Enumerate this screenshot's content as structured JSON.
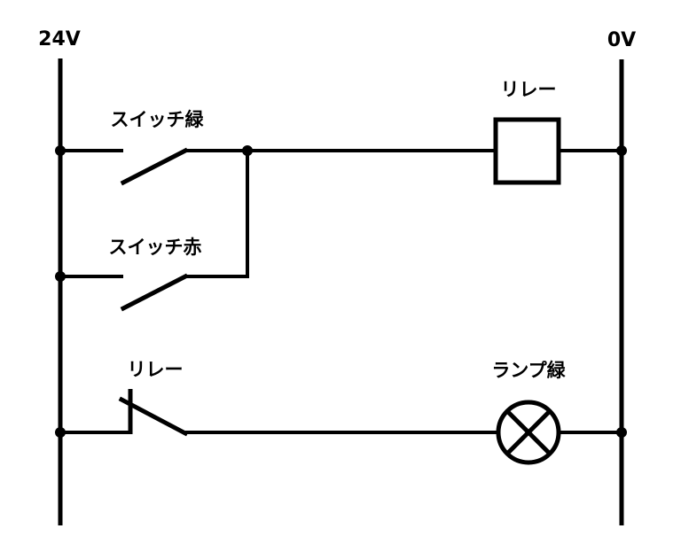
{
  "page": {
    "background_color": "#ffffff",
    "line_color": "#000000",
    "diagram_type": "relay-ladder-circuit"
  },
  "rails": {
    "left": {
      "label": "24V"
    },
    "right": {
      "label": "0V"
    }
  },
  "components": [
    {
      "id": "switch-green",
      "type": "normally-open-switch-contact",
      "label": "スイッチ緑",
      "rung": 1
    },
    {
      "id": "relay-coil",
      "type": "relay-coil",
      "label": "リレー",
      "rung": 1
    },
    {
      "id": "switch-red",
      "type": "normally-open-switch-contact",
      "label": "スイッチ赤",
      "rung": 2
    },
    {
      "id": "relay-contact",
      "type": "normally-closed-relay-contact",
      "label": "リレー",
      "rung": 3
    },
    {
      "id": "lamp-green",
      "type": "indicator-lamp",
      "label": "ランプ緑",
      "rung": 3
    }
  ]
}
